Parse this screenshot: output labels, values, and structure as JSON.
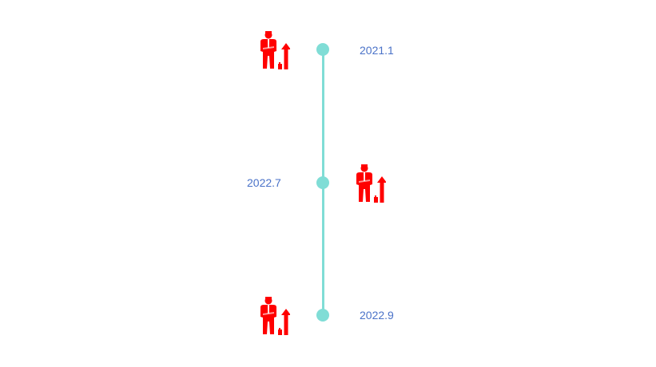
{
  "colors": {
    "line": "#80ddd6",
    "label": "#4a72c8",
    "icon": "#ff0000"
  },
  "events": [
    {
      "label": "2021.1",
      "icon": "businessman-up-arrow-icon"
    },
    {
      "label": "2022.7",
      "icon": "businessman-up-arrow-icon"
    },
    {
      "label": "2022.9",
      "icon": "businessman-up-arrow-icon"
    }
  ]
}
